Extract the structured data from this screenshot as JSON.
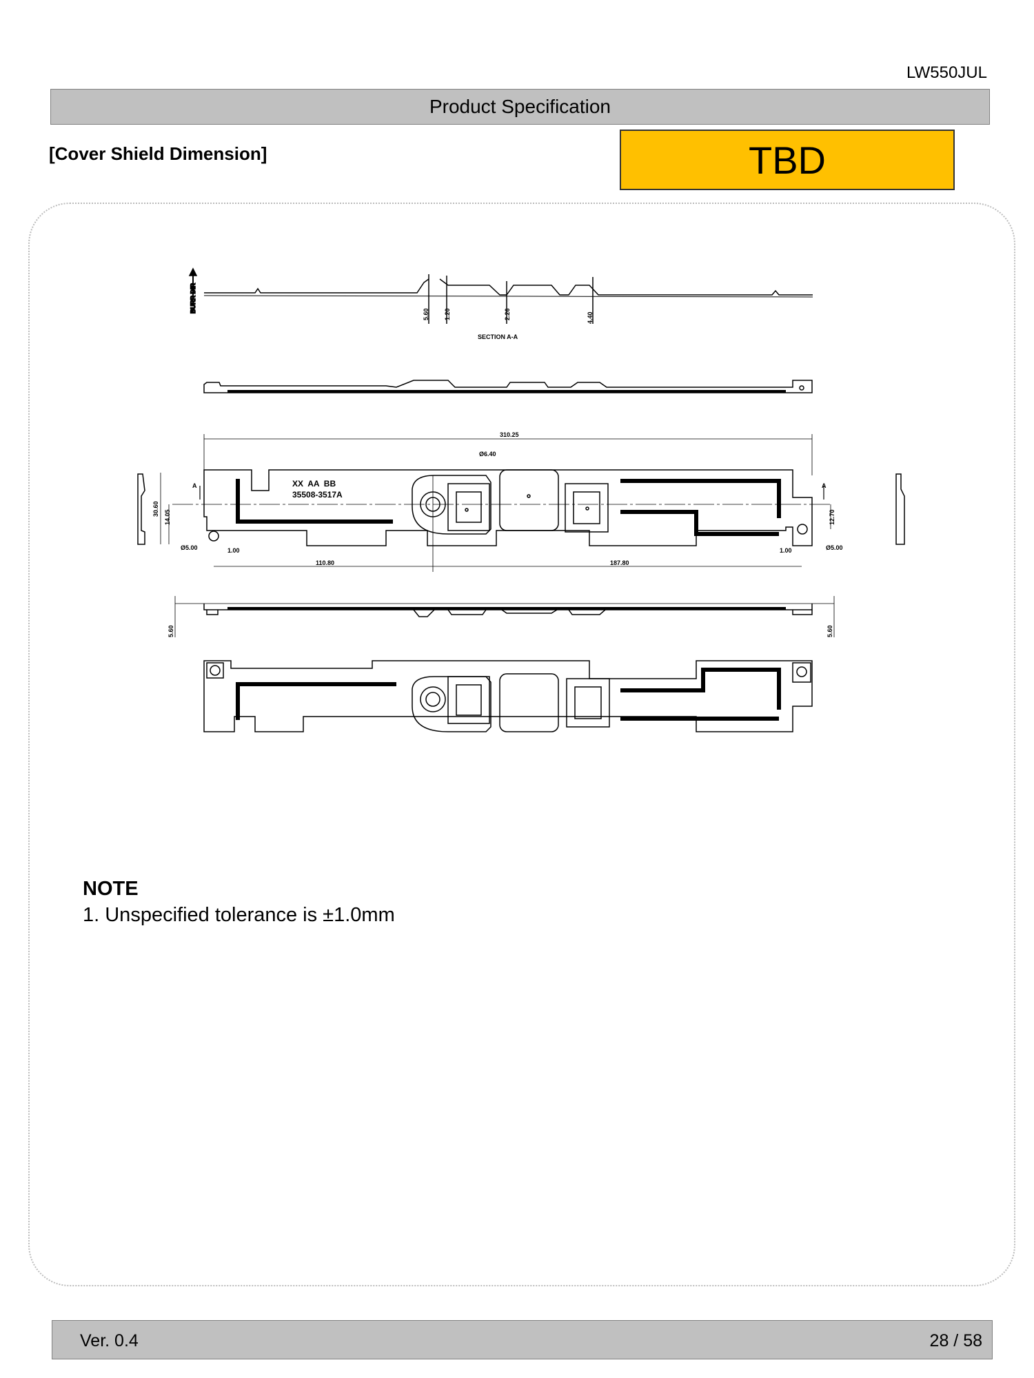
{
  "header": {
    "model": "LW550JUL",
    "title": "Product Specification"
  },
  "section_title": "[Cover Shield Dimension]",
  "status_badge": {
    "label": "TBD",
    "color": "#FFC000"
  },
  "drawing": {
    "section_view": {
      "burr_label": "BURR DIR",
      "dims": [
        "5.60",
        "1.20",
        "2.26",
        "4.40"
      ],
      "caption": "SECTION A-A"
    },
    "front_view": {
      "overall_length": "310.25",
      "hole_center_dia": "Ø6.40",
      "marking_line1": "XX  AA  BB",
      "marking_line2": "35508-3517A",
      "height": "30.60",
      "hole_offset_left": "14.05",
      "hole_dia_left": "Ø5.00",
      "edge_left": "1.00",
      "span_left": "110.80",
      "span_right": "187.80",
      "edge_right": "1.00",
      "hole_dia_right": "Ø5.00",
      "hole_offset_right": "12.70",
      "section_mark": "A"
    },
    "side_view": {
      "height_left": "5.60",
      "height_right": "5.60"
    }
  },
  "note": {
    "title": "NOTE",
    "items": [
      "1. Unspecified tolerance is ±1.0mm"
    ]
  },
  "footer": {
    "version": "Ver. 0.4",
    "page": "28 / 58"
  }
}
